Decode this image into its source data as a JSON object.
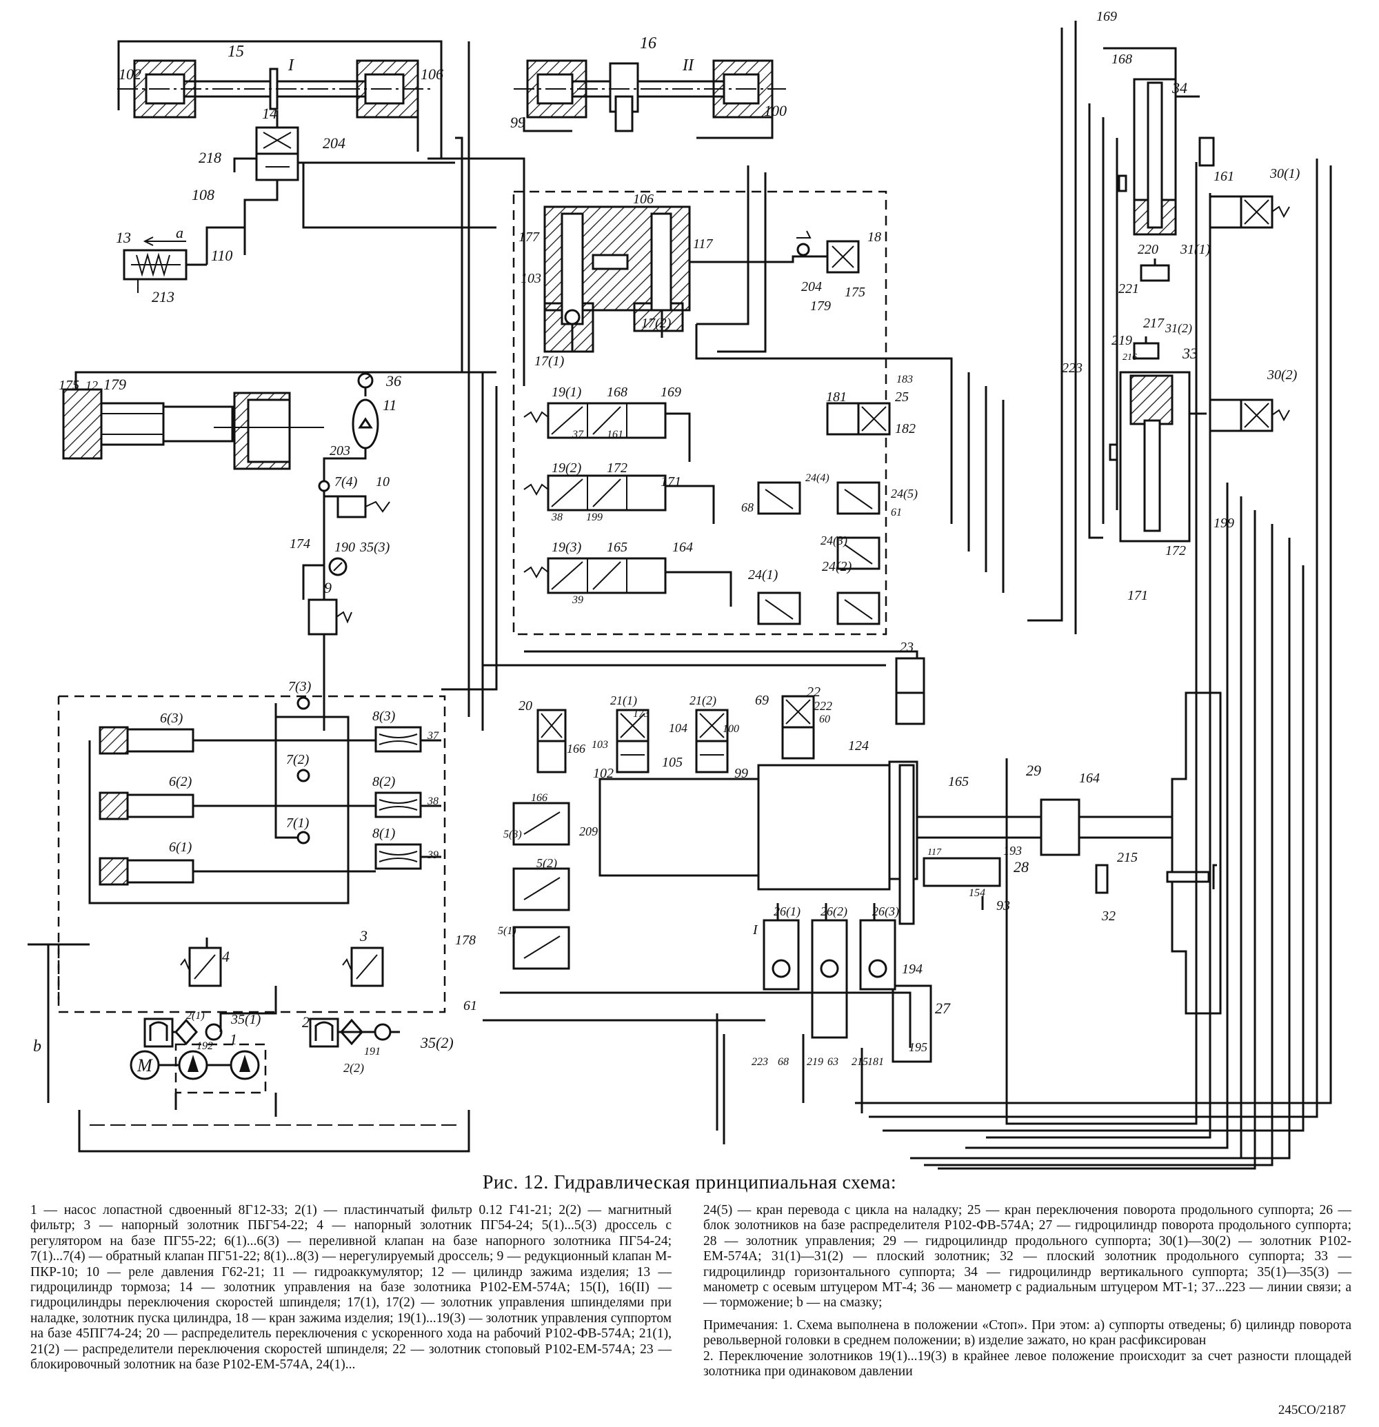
{
  "figure": {
    "caption": "Рис. 12. Гидравлическая принципиальная схема:",
    "code": "245СО/2187"
  },
  "legend": {
    "left": "1 — насос лопастной сдвоенный 8Г12-33; 2(1) — пластинчатый фильтр 0.12 Г41-21; 2(2) — магнитный фильтр; 3 — напорный золотник ПБГ54-22; 4 — напорный золотник ПГ54-24; 5(1)...5(3) дроссель с регулятором на базе ПГ55-22; 6(1)...6(3) — переливной клапан на базе напорного золотника ПГ54-24; 7(1)...7(4) — обратный клапан ПГ51-22; 8(1)...8(3) — нерегулируемый дроссель; 9 — редукционный клапан М-ПКР-10; 10 — реле давления Г62-21; 11 — гидроаккумулятор; 12 — цилиндр зажима изделия; 13 — гидроцилиндр тормоза; 14 — золотник управления на базе золотника Р102-ЕМ-574А; 15(I), 16(II) — гидроцилиндры переключения скоростей шпинделя; 17(1), 17(2) — золотник управления шпинделями при наладке, золотник пуска цилиндра, 18 — кран зажима изделия; 19(1)...19(3) — золотник управления суппортом на базе 45ПГ74-24; 20 — распределитель переключения с ускоренного хода на рабочий Р102-ФВ-574А; 21(1), 21(2) — распределители переключения скоростей шпинделя; 22 — золотник стоповый Р102-ЕМ-574А; 23 — блокировочный золотник на базе Р102-ЕМ-574А, 24(1)...",
    "right": "24(5) — кран перевода с цикла на наладку; 25 — кран переключения поворота продольного суппорта; 26 — блок золотников на базе распределителя Р102-ФВ-574А; 27 — гидроцилиндр поворота продольного суппорта; 28 — золотник управления; 29 — гидроцилиндр продольного суппорта; 30(1)—30(2) — золотник Р102-ЕМ-574А; 31(1)—31(2) — плоский золотник; 32 — плоский золотник продольного суппорта; 33 — гидроцилиндр горизонтального суппорта; 34 — гидроцилиндр вертикального суппорта; 35(1)—35(3) — манометр с осевым штуцером МТ-4; 36 — манометр с радиальным штуцером МТ-1; 37...223 — линии связи; а — торможение; b — на смазку;",
    "notes": [
      "Примечания: 1. Схема выполнена в положении «Стоп». При этом: а) суппорты отведены; б) цилиндр поворота револьверной головки в среднем положении; в) изделие зажато, но кран расфиксирован",
      "2. Переключение золотников 19(1)...19(3) в крайнее левое положение происходит за счет разности площадей золотника при одинаковом давлении"
    ]
  },
  "labels": {
    "n102": "102",
    "n15": "15",
    "nI": "I",
    "n106a": "106",
    "n16": "16",
    "nII": "II",
    "n99a": "99",
    "n100a": "100",
    "n169a": "169",
    "n168a": "168",
    "n34": "34",
    "n14": "14",
    "n218": "218",
    "n204a": "204",
    "n108": "108",
    "n13": "13",
    "na": "а",
    "n110": "110",
    "n213": "213",
    "n106b": "106",
    "n177": "177",
    "n103a": "103",
    "n117": "117",
    "n18": "18",
    "n204b": "204",
    "n175a": "175",
    "n179a": "179",
    "n17_1": "17(1)",
    "n17_2": "17(2)",
    "n161": "161",
    "n30_1": "30(1)",
    "n220": "220",
    "n31_1": "31(1)",
    "n221": "221",
    "n217": "217",
    "n31_2": "31(2)",
    "n219": "219",
    "n216": "216",
    "n33": "33",
    "n223a": "223",
    "n30_2": "30(2)",
    "n199a": "199",
    "n172a": "172",
    "n171a": "171",
    "n175b": "175",
    "n12": "12",
    "n179b": "179",
    "n36": "36",
    "n11": "11",
    "n203": "203",
    "n7_4": "7(4)",
    "n10": "10",
    "n174": "174",
    "n190": "190",
    "n35_3": "35(3)",
    "n9": "9",
    "n19_1": "19(1)",
    "n168b": "168",
    "n169b": "169",
    "n37a": "37",
    "n161b": "161",
    "n181a": "181",
    "n25": "25",
    "n183": "183",
    "n182": "182",
    "n19_2": "19(2)",
    "n172b": "172",
    "n171b": "171",
    "n38a": "38",
    "n199b": "199",
    "n68a": "68",
    "n24_4": "24(4)",
    "n24_5": "24(5)",
    "n61a": "61",
    "n19_3": "19(3)",
    "n165a": "165",
    "n164a": "164",
    "n24_3": "24(3)",
    "n39a": "39",
    "n24_1": "24(1)",
    "n24_2": "24(2)",
    "n7_3": "7(3)",
    "n8_3": "8(3)",
    "n6_3": "6(3)",
    "n37b": "37",
    "n6_2": "6(2)",
    "n7_2": "7(2)",
    "n8_2": "8(2)",
    "n38b": "38",
    "n7_1": "7(1)",
    "n6_1": "6(1)",
    "n8_1": "8(1)",
    "n39b": "39",
    "n20": "20",
    "n166a": "166",
    "n21_1": "21(1)",
    "n173": "173",
    "n103b": "103",
    "n102b": "102",
    "n21_2": "21(2)",
    "n104": "104",
    "n100b": "100",
    "n105": "105",
    "n99b": "99",
    "n69": "69",
    "n22": "22",
    "n222": "222",
    "n60": "60",
    "n23": "23",
    "n124": "124",
    "n165b": "165",
    "n29": "29",
    "n164b": "164",
    "n5_3": "5(3)",
    "n166b": "166",
    "n209": "209",
    "n5_2": "5(2)",
    "n5_1": "5(1)",
    "n117b": "117",
    "n193": "193",
    "n28": "28",
    "n154": "154",
    "n93": "93",
    "n215a": "215",
    "n32": "32",
    "n26_1": "26(1)",
    "n26_2": "26(2)",
    "n26_3": "26(3)",
    "nIb": "I",
    "n194": "194",
    "n27": "27",
    "n195": "195",
    "n178": "178",
    "n4": "4",
    "n3": "3",
    "n61b": "61",
    "n2_1": "2(1)",
    "n35_1": "35(1)",
    "n192": "192",
    "n1": "1",
    "n2": "2",
    "n191": "191",
    "n35_2": "35(2)",
    "n2_2": "2(2)",
    "nb": "b",
    "nM": "М",
    "n223b": "223",
    "n68b": "68",
    "n219b": "219",
    "n63": "63",
    "n215b": "215",
    "n181b": "181"
  }
}
